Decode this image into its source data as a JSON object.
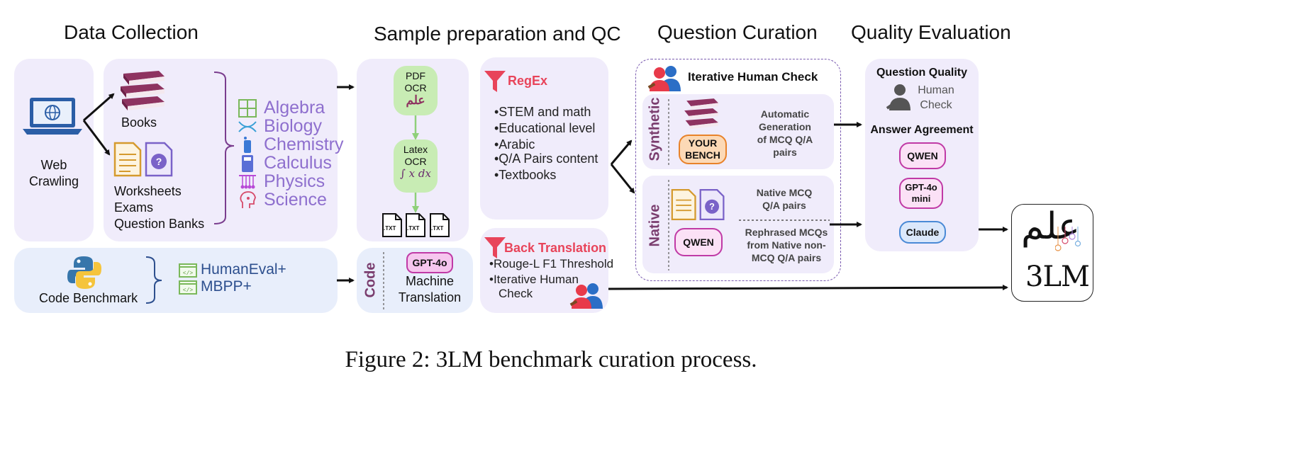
{
  "headers": {
    "data_collection": "Data Collection",
    "sample_prep": "Sample preparation and QC",
    "question_curation": "Question Curation",
    "quality_evaluation": "Quality Evaluation"
  },
  "collection": {
    "web_crawling": [
      "Web",
      "Crawling"
    ],
    "books": "Books",
    "worksheets": [
      "Worksheets",
      "Exams",
      "Question Banks"
    ],
    "subjects": [
      "Algebra",
      "Biology",
      "Chemistry",
      "Calculus",
      "Physics",
      "Science"
    ],
    "code_benchmark": "Code Benchmark",
    "code_sets": [
      "HumanEval+",
      "MBPP+"
    ]
  },
  "prep": {
    "pdf_ocr": [
      "PDF",
      "OCR",
      "علم"
    ],
    "latex_ocr": [
      "Latex",
      "OCR",
      "∫ x dx"
    ],
    "txt_label": ".TXT",
    "code_label": "Code",
    "gpt4o": "GPT-4o",
    "machine_translation": [
      "Machine",
      "Translation"
    ]
  },
  "regex": {
    "title": "RegEx",
    "items": [
      "•STEM and math",
      "•Educational level",
      "•Arabic",
      "•Q/A Pairs content",
      "•Textbooks"
    ]
  },
  "back_translation": {
    "title": "Back Translation",
    "items": [
      "•Rouge-L F1 Threshold",
      "•Iterative Human",
      "Check"
    ]
  },
  "curation": {
    "title": "Iterative Human Check",
    "synthetic_label": "Synthetic",
    "native_label": "Native",
    "your_bench": [
      "YOUR",
      "BENCH"
    ],
    "synthetic_desc": [
      "Automatic",
      "Generation",
      "of MCQ Q/A",
      "pairs"
    ],
    "qwen": "QWEN",
    "native_mcq": [
      "Native MCQ",
      "Q/A pairs"
    ],
    "rephrased": [
      "Rephrased MCQs",
      "from Native non-",
      "MCQ Q/A pairs"
    ]
  },
  "evaluation": {
    "question_quality": "Question Quality",
    "human_check": [
      "Human",
      "Check"
    ],
    "answer_agreement": "Answer Agreement",
    "models": [
      "QWEN",
      "GPT-4o mini",
      "Claude"
    ]
  },
  "logo": {
    "arabic": "علم",
    "latin": "3LM"
  },
  "caption": "Figure 2: 3LM benchmark curation process."
}
